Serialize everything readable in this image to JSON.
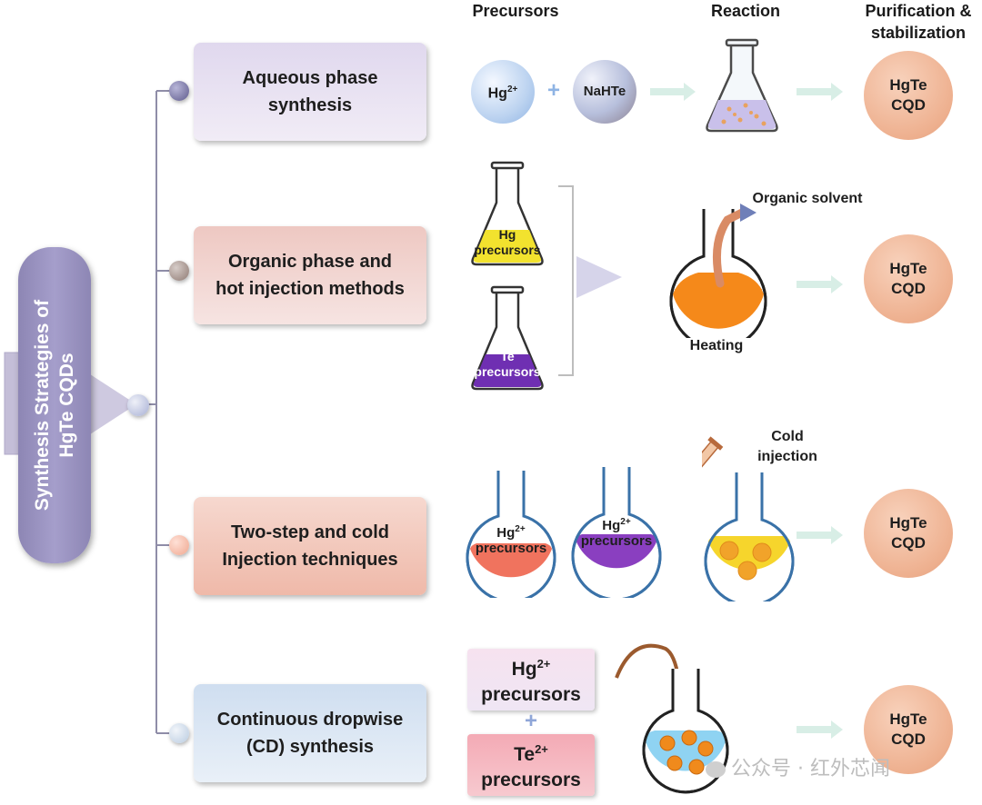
{
  "headers": {
    "precursors": "Precursors",
    "reaction": "Reaction",
    "purification_line1": "Purification &",
    "purification_line2": "stabilization"
  },
  "central": {
    "line1": "Synthesis Strategies of",
    "line2": "HgTe CQDs"
  },
  "methods": [
    {
      "line1": "Aqueous phase",
      "line2": "synthesis",
      "color": "#e4dcef",
      "node_color": "#7a76a8"
    },
    {
      "line1": "Organic phase and",
      "line2": "hot injection methods",
      "color": "#f1d0cc",
      "node_color": "#a58f89"
    },
    {
      "line1": "Two-step and cold",
      "line2": "Injection techniques",
      "color": "#f3cbc0",
      "node_color": "#f0b9a8"
    },
    {
      "line1": "Continuous dropwise",
      "line2": "(CD) synthesis",
      "color": "#d7e4f1",
      "node_color": "#c6d6e6"
    }
  ],
  "row1": {
    "hg": "Hg",
    "hg_sup": "2+",
    "plus": "+",
    "nahte": "NaHTe"
  },
  "row2": {
    "hg_flask_line1": "Hg",
    "hg_flask_line2": "precursors",
    "te_flask_line1": "Te",
    "te_flask_line2": "precursors",
    "organic_solvent": "Organic solvent",
    "heating": "Heating"
  },
  "row3": {
    "flask1_line1": "Hg",
    "flask1_sup": "2+",
    "flask1_line2": "precursors",
    "flask2_line1": "Hg",
    "flask2_sup": "2+",
    "flask2_line2": "precursors",
    "cold_line1": "Cold",
    "cold_line2": "injection"
  },
  "row4": {
    "hg": "Hg",
    "hg_sup": "2+",
    "hg_line2": "precursors",
    "plus": "+",
    "te": "Te",
    "te_sup": "2+",
    "te_line2": "precursors"
  },
  "cqd": {
    "line1": "HgTe",
    "line2": "CQD"
  },
  "watermark": "公众号 · 红外芯闻"
}
